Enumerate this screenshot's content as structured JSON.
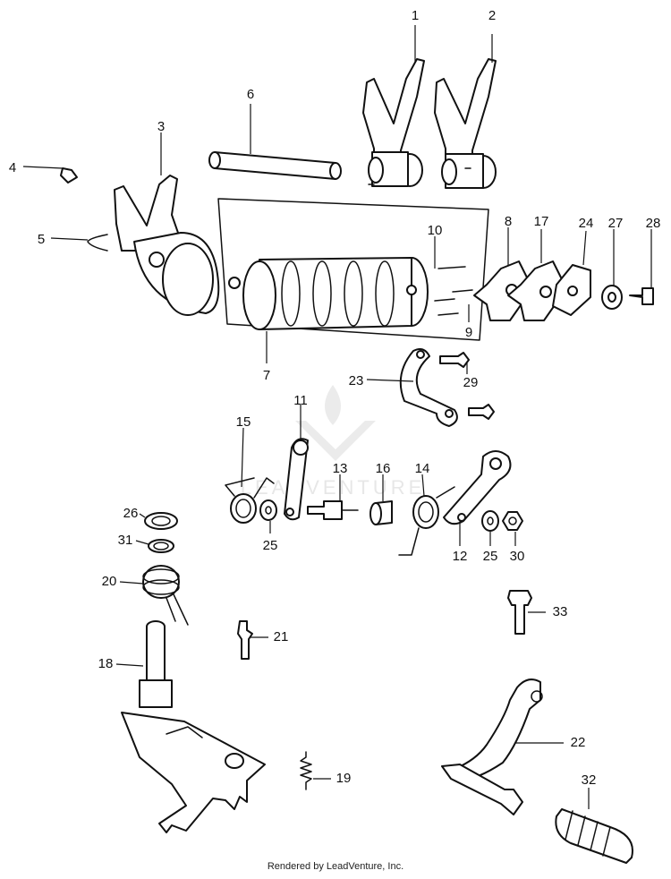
{
  "diagram": {
    "labels": [
      "1",
      "2",
      "3",
      "4",
      "5",
      "6",
      "7",
      "8",
      "9",
      "10",
      "11",
      "12",
      "13",
      "14",
      "15",
      "16",
      "17",
      "18",
      "19",
      "20",
      "21",
      "22",
      "23",
      "24",
      "25",
      "26",
      "27",
      "28",
      "29",
      "30",
      "31",
      "32",
      "33"
    ],
    "footer": "Rendered by LeadVenture, Inc.",
    "watermark": "LEADVENTURE"
  }
}
